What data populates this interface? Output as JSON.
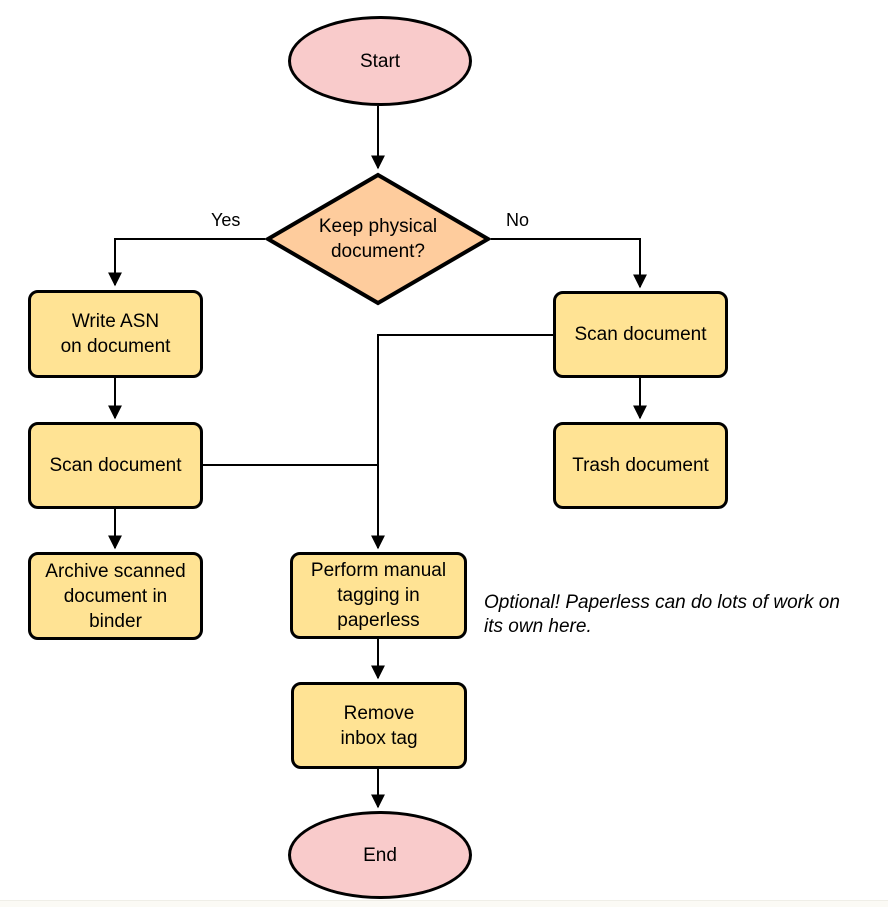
{
  "diagram": {
    "type": "flowchart",
    "nodes": {
      "start": "Start",
      "decision": "Keep physical\ndocument?",
      "write_asn": "Write ASN\non document",
      "scan_left": "Scan document",
      "archive": "Archive scanned\ndocument in\nbinder",
      "scan_right": "Scan document",
      "trash": "Trash document",
      "tagging": "Perform manual\ntagging in\npaperless",
      "remove_inbox": "Remove\ninbox tag",
      "end": "End"
    },
    "edge_labels": {
      "yes": "Yes",
      "no": "No"
    },
    "note": "Optional! Paperless can do lots of work on\nits own here.",
    "colors": {
      "terminator_fill": "#f9cbcb",
      "decision_fill": "#fecc9d",
      "process_fill": "#ffe394",
      "stroke": "#000000"
    }
  }
}
